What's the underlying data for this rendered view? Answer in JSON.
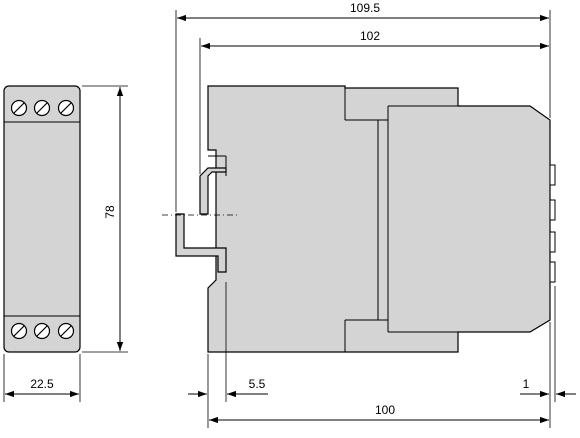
{
  "drawing": {
    "dimensions": {
      "overall_depth_top": "109.5",
      "depth_102": "102",
      "height": "78",
      "width": "22.5",
      "rail_offset": "5.5",
      "front_offset": "1",
      "depth_100": "100"
    }
  }
}
